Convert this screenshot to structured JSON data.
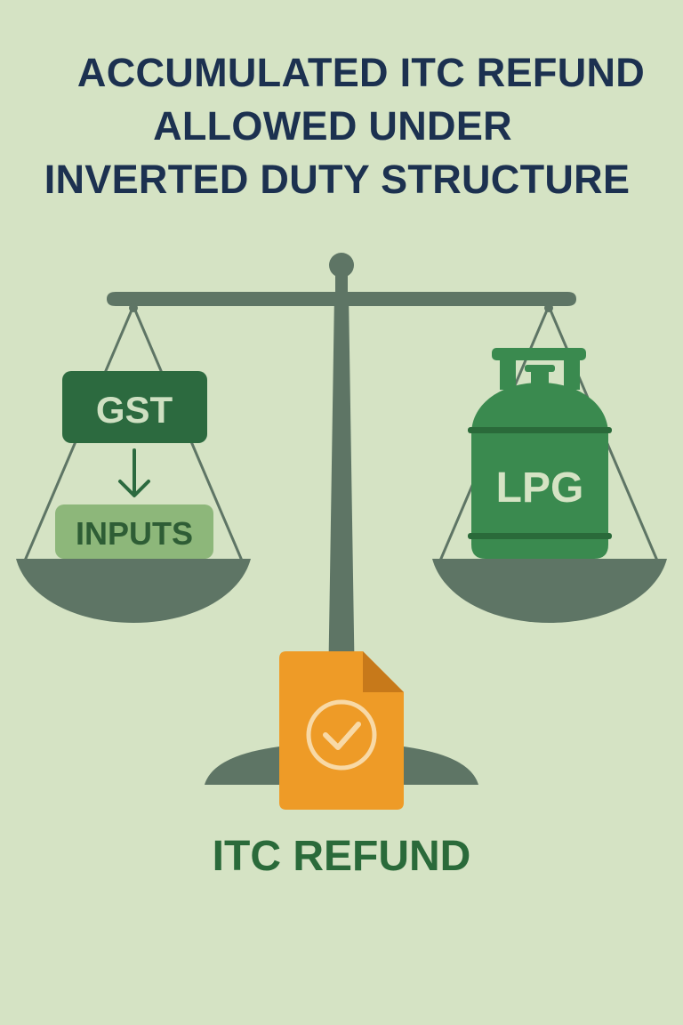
{
  "title_lines": [
    "ACCUMULATED ITC REFUND",
    "ALLOWED UNDER",
    "INVERTED DUTY STRUCTURE"
  ],
  "left_pan": {
    "top_label": "GST",
    "bottom_label": "INPUTS"
  },
  "right_pan": {
    "cylinder_label": "LPG"
  },
  "caption": "ITC REFUND",
  "icons": [
    "balance-scale-icon",
    "arrow-down-icon",
    "gas-cylinder-icon",
    "document-check-icon"
  ],
  "colors": {
    "background": "#d5e3c4",
    "title": "#1c3150",
    "scale": "#5e7565",
    "dark_green": "#2c6a3f",
    "light_green": "#8db77a",
    "cylinder": "#3a8a4f",
    "document": "#ee9b27",
    "caption": "#2a6a3a"
  }
}
